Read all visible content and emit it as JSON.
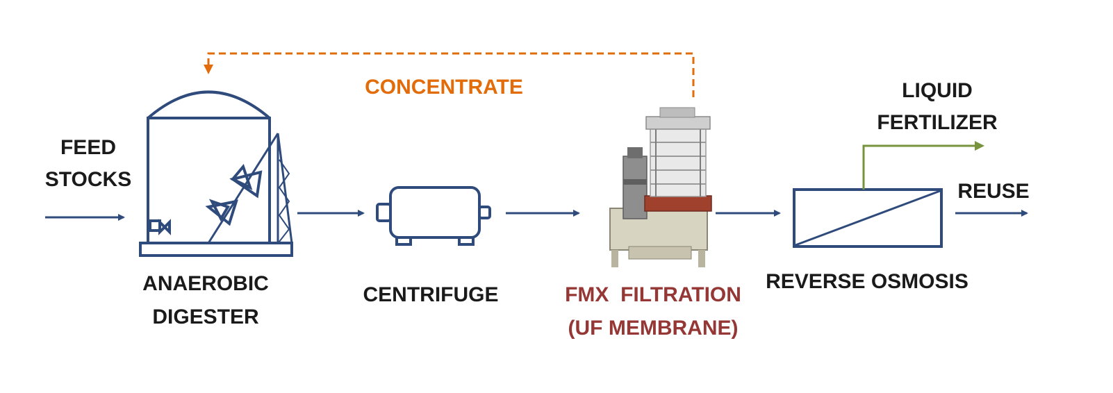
{
  "colors": {
    "equipment": "#2f4b7c",
    "concentrate": "#e36c0a",
    "fmx": "#953735",
    "fertilizer": "#77933c",
    "text": "#1a1a1a"
  },
  "labels": {
    "feed_line1": "FEED",
    "feed_line2": "STOCKS",
    "digester_line1": "ANAEROBIC",
    "digester_line2": "DIGESTER",
    "centrifuge": "CENTRIFUGE",
    "fmx_line1": "FMX  FILTRATION",
    "fmx_line2": "(UF MEMBRANE)",
    "concentrate": "CONCENTRATE",
    "fertilizer_line1": "LIQUID",
    "fertilizer_line2": "FERTILIZER",
    "reuse": "REUSE",
    "reverse_osmosis": "REVERSE OSMOSIS"
  },
  "icons": {
    "digester": "anaerobic-digester-tank-icon",
    "centrifuge": "centrifuge-icon",
    "fmx": "fmx-filtration-unit-icon",
    "ro": "reverse-osmosis-membrane-icon"
  }
}
